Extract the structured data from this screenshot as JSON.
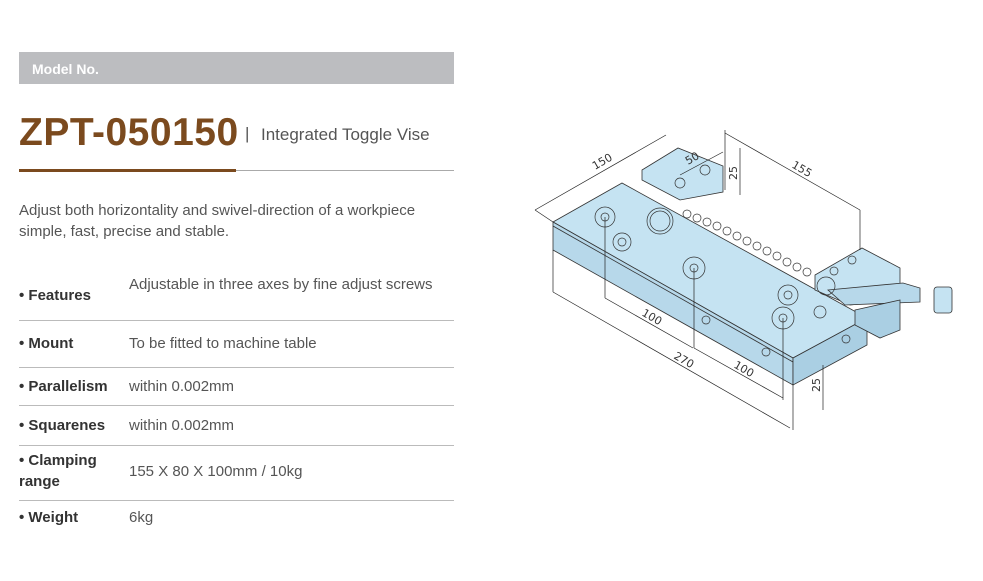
{
  "header": {
    "model_label": "Model No.",
    "model_number": "ZPT-050150",
    "separator": "|",
    "product_name": "Integrated Toggle Vise"
  },
  "description": "Adjust both horizontality and swivel-direction of a workpiece simple, fast, precise and stable.",
  "specs": [
    {
      "label": "• Features",
      "value": "Adjustable in three axes by fine adjust screws"
    },
    {
      "label": "• Mount",
      "value": "To be fitted to machine table"
    },
    {
      "label": "• Parallelism",
      "value": "within 0.002mm"
    },
    {
      "label": "• Squarenes",
      "value": "within 0.002mm"
    },
    {
      "label": "• Clamping range",
      "value": "155 X 80 X 100mm / 10kg"
    },
    {
      "label": "• Weight",
      "value": "6kg"
    }
  ],
  "drawing": {
    "dims": {
      "width": "150",
      "jaw_width": "50",
      "jaw_height": "25",
      "clamp_length": "155",
      "hole_spacing_1": "100",
      "length": "270",
      "hole_spacing_2": "100",
      "height": "25"
    }
  },
  "colors": {
    "brand": "#7b4a1e",
    "header_bar": "#bcbdc0",
    "part_fill": "#c5e3f2"
  }
}
